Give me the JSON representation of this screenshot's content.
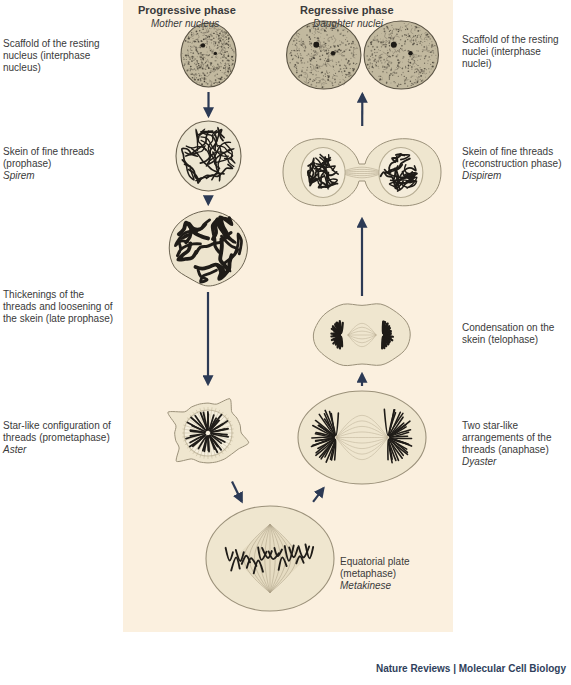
{
  "diagram": {
    "nodes": [
      {
        "text": [
          "Scaffold of the resting nucleus (interphase nucleus)"
        ]
      },
      {
        "text": [
          "Skein of fine threads (prophase)",
          "Spirem"
        ]
      },
      {
        "text": [
          "Thickenings of the threads and loosening of the skein (late prophase)"
        ]
      },
      {
        "text": [
          "Star-like configuration of threads (prometaphase)",
          "Aster"
        ]
      },
      {
        "text": [
          "Equatorial plate (metaphase)",
          "Metakinese"
        ]
      },
      {
        "text": [
          "Two star-like arrangements of the threads (anaphase)",
          "Dyaster"
        ]
      },
      {
        "text": [
          "Condensation on the skein (telophase)"
        ]
      },
      {
        "text": [
          "Skein of fine threads (reconstruction phase)",
          "Dispirem"
        ]
      },
      {
        "text": [
          "Scaffold of the resting nuclei (interphase nuclei)"
        ]
      }
    ],
    "edges": [
      {
        "from": 0,
        "to": 1,
        "arrow": "to"
      },
      {
        "from": 1,
        "to": 2,
        "arrow": "to"
      },
      {
        "from": 2,
        "to": 3,
        "arrow": "to"
      },
      {
        "from": 3,
        "to": 4,
        "arrow": "to"
      },
      {
        "from": 4,
        "to": 5,
        "arrow": "to"
      },
      {
        "from": 5,
        "to": 6,
        "arrow": "to"
      },
      {
        "from": 6,
        "to": 7,
        "arrow": "to"
      },
      {
        "from": 7,
        "to": 8,
        "arrow": "to"
      }
    ],
    "labels": [
      "Progressive phase",
      "Mother nucleus",
      "Regressive phase",
      "Daughter nuclei",
      "Nature Reviews | Molecular Cell Biology"
    ]
  }
}
